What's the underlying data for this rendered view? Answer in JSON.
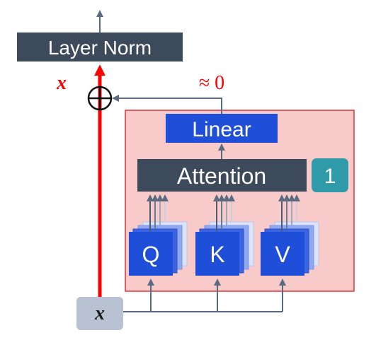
{
  "layer_norm": {
    "label": "Layer Norm"
  },
  "linear": {
    "label": "Linear"
  },
  "attention": {
    "label": "Attention"
  },
  "badge": {
    "label": "1"
  },
  "inputs": [
    {
      "label": "Q"
    },
    {
      "label": "K"
    },
    {
      "label": "V"
    }
  ],
  "residual": {
    "label": "x"
  },
  "x_input": {
    "label": "x"
  },
  "approx": {
    "label": "≈ 0"
  },
  "colors": {
    "dark_box": "#3d4a5c",
    "blue_box": "#1f4fd8",
    "pink_region": "#f9caca",
    "red_border": "#e0353b",
    "red_arrow": "#ff0000",
    "teal_badge": "#2f9aa8",
    "x_box": "#b8c2d2",
    "thin_arrow": "#5a6a80"
  }
}
